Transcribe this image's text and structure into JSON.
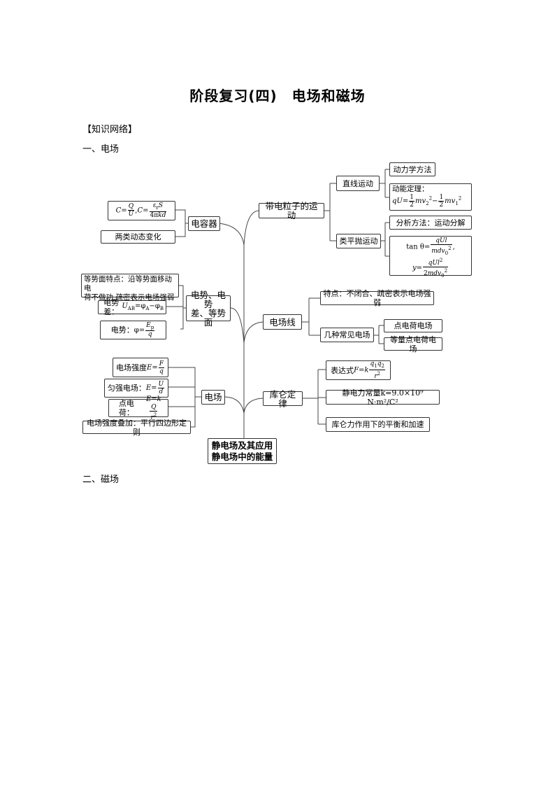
{
  "title": "阶段复习(四)　电场和磁场",
  "knowledge_network": "【知识网络】",
  "section_1": "一、电场",
  "section_2": "二、磁场",
  "root": {
    "line1": "静电场及其应用",
    "line2": "静电场中的能量"
  },
  "capacitor": {
    "label": "电容器",
    "formula": "C=Q/U, C=εrS/4πkd",
    "dynamic": "两类动态变化"
  },
  "potential": {
    "label_line1": "电势、电势",
    "label_line2": "差、等势面",
    "equipotential": "等势面特点：沿等势面移动电荷不做功,疏密表示电场强弱",
    "equipotential_line1": "等势面特点：沿等势面移动电",
    "equipotential_line2": "荷不做功,疏密表示电场强弱",
    "diff_label": "电势差：",
    "diff_formula": "UAB=φA−φB",
    "phi_label": "电势：",
    "phi_formula": "φ=Ep/q"
  },
  "field": {
    "label": "电场",
    "intensity_label": "电场强度",
    "intensity_formula": "E=F/q",
    "uniform_label": "匀强电场：",
    "uniform_formula": "E=U/d",
    "point_label": "点电荷：",
    "point_formula": "E=kQ/r²",
    "superposition": "电场强度叠加：平行四边形定则"
  },
  "particle_motion": {
    "label": "带电粒子的运动",
    "straight": "直线运动",
    "dynamics": "动力学方法",
    "kinetic_title": "动能定理：",
    "kinetic_formula": "qU=½mv₂²−½mv₁²",
    "projectile": "类平抛运动",
    "analysis": "分析方法：运动分解",
    "tan_formula": "tan θ=qUl/mdv₀²,",
    "y_formula": "y=qUl²/2mdv₀²"
  },
  "field_line": {
    "label": "电场线",
    "feature": "特点：不闭合、疏密表示电场强弱",
    "common": "几种常见电场",
    "point_charge": "点电荷电场",
    "equal_charges": "等量点电荷电场"
  },
  "coulomb": {
    "label": "库仑定律",
    "expression_label": "表达式",
    "expression_formula": "F=kq1q2/r²",
    "constant": "静电力常量k=9.0×10⁹ N·m²/C²",
    "balance": "库仑力作用下的平衡和加速"
  }
}
